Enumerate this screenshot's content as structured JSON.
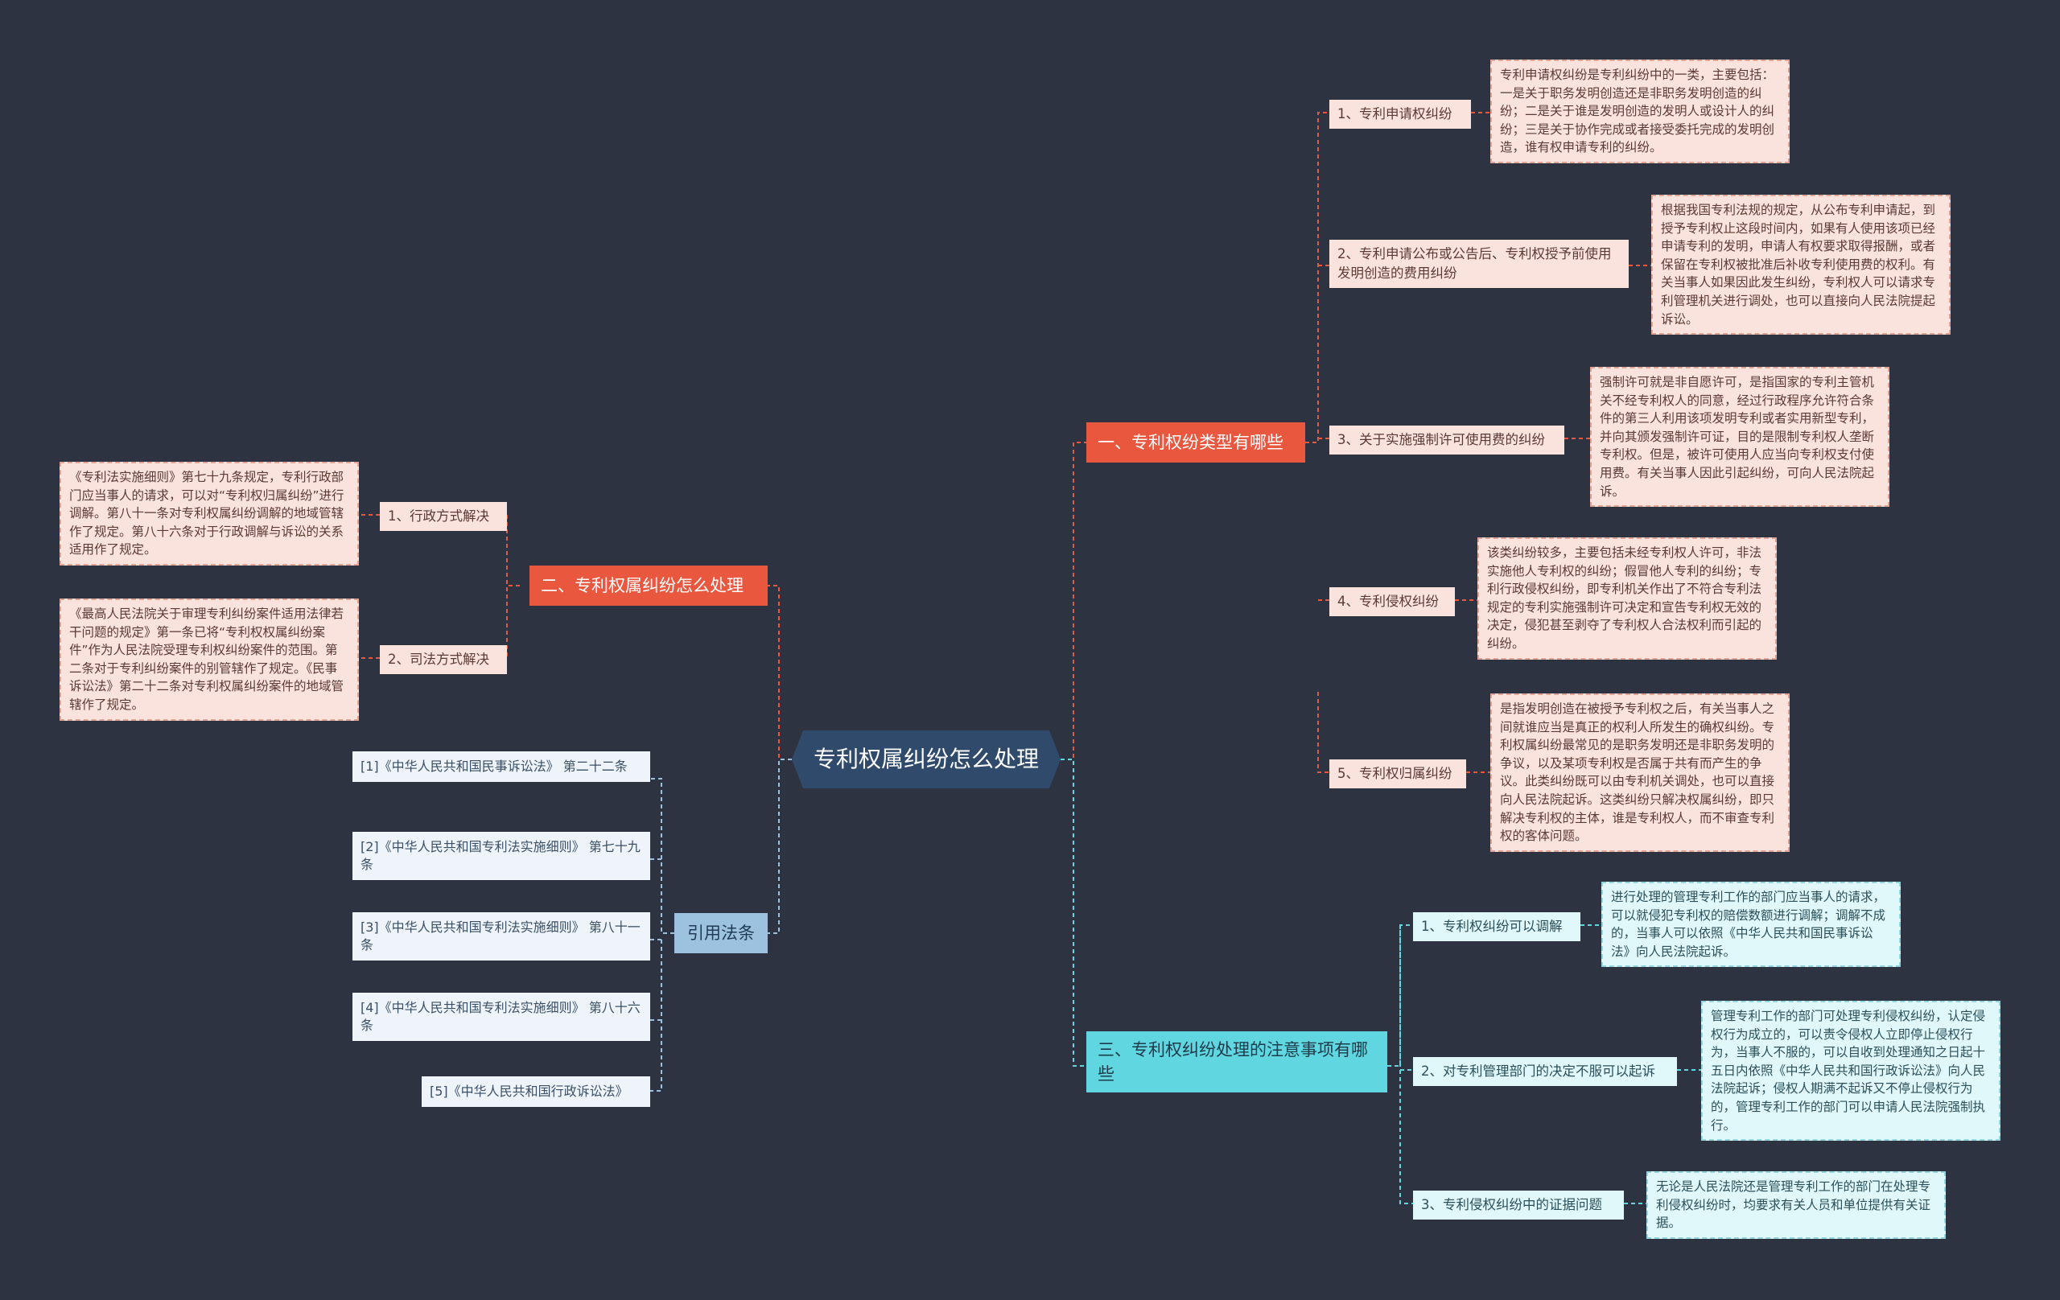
{
  "center": {
    "label": "专利权属纠纷怎么处理"
  },
  "branch1": {
    "label": "一、专利权纷类型有哪些",
    "items": [
      {
        "label": "1、专利申请权纠纷",
        "detail": "专利申请权纠纷是专利纠纷中的一类，主要包括：一是关于职务发明创造还是非职务发明创造的纠纷；二是关于谁是发明创造的发明人或设计人的纠纷；三是关于协作完成或者接受委托完成的发明创造，谁有权申请专利的纠纷。"
      },
      {
        "label": "2、专利申请公布或公告后、专利权授予前使用发明创造的费用纠纷",
        "detail": "根据我国专利法规的规定，从公布专利申请起，到授予专利权止这段时间内，如果有人使用该项已经申请专利的发明，申请人有权要求取得报酬，或者保留在专利权被批准后补收专利使用费的权利。有关当事人如果因此发生纠纷，专利权人可以请求专利管理机关进行调处，也可以直接向人民法院提起诉讼。"
      },
      {
        "label": "3、关于实施强制许可使用费的纠纷",
        "detail": "强制许可就是非自愿许可，是指国家的专利主管机关不经专利权人的同意，经过行政程序允许符合条件的第三人利用该项发明专利或者实用新型专利，并向其颁发强制许可证，目的是限制专利权人垄断专利权。但是，被许可使用人应当向专利权支付使用费。有关当事人因此引起纠纷，可向人民法院起诉。"
      },
      {
        "label": "4、专利侵权纠纷",
        "detail": "该类纠纷较多，主要包括未经专利权人许可，非法实施他人专利权的纠纷；假冒他人专利的纠纷；专利行政侵权纠纷，即专利机关作出了不符合专利法规定的专利实施强制许可决定和宣告专利权无效的决定，侵犯甚至剥夺了专利权人合法权利而引起的纠纷。"
      },
      {
        "label": "5、专利权归属纠纷",
        "detail": "是指发明创造在被授予专利权之后，有关当事人之间就谁应当是真正的权利人所发生的确权纠纷。专利权属纠纷最常见的是职务发明还是非职务发明的争议，以及某项专利权是否属于共有而产生的争议。此类纠纷既可以由专利机关调处，也可以直接向人民法院起诉。这类纠纷只解决权属纠纷，即只解决专利权的主体，谁是专利权人，而不审查专利权的客体问题。"
      }
    ]
  },
  "branch2": {
    "label": "二、专利权属纠纷怎么处理",
    "items": [
      {
        "label": "1、行政方式解决",
        "detail": "《专利法实施细则》第七十九条规定，专利行政部门应当事人的请求，可以对“专利权归属纠纷”进行调解。第八十一条对专利权属纠纷调解的地域管辖作了规定。第八十六条对于行政调解与诉讼的关系适用作了规定。"
      },
      {
        "label": "2、司法方式解决",
        "detail": "《最高人民法院关于审理专利纠纷案件适用法律若干问题的规定》第一条已将“专利权权属纠纷案件”作为人民法院受理专利权纠纷案件的范围。第二条对于专利纠纷案件的别管辖作了规定。《民事诉讼法》第二十二条对专利权属纠纷案件的地域管辖作了规定。"
      }
    ]
  },
  "branch3": {
    "label": "三、专利权纠纷处理的注意事项有哪些",
    "items": [
      {
        "label": "1、专利权纠纷可以调解",
        "detail": "进行处理的管理专利工作的部门应当事人的请求，可以就侵犯专利权的赔偿数额进行调解；调解不成的，当事人可以依照《中华人民共和国民事诉讼法》向人民法院起诉。"
      },
      {
        "label": "2、对专利管理部门的决定不服可以起诉",
        "detail": "管理专利工作的部门可处理专利侵权纠纷，认定侵权行为成立的，可以责令侵权人立即停止侵权行为，当事人不服的，可以自收到处理通知之日起十五日内依照《中华人民共和国行政诉讼法》向人民法院起诉；侵权人期满不起诉又不停止侵权行为的，管理专利工作的部门可以申请人民法院强制执行。"
      },
      {
        "label": "3、专利侵权纠纷中的证据问题",
        "detail": "无论是人民法院还是管理专利工作的部门在处理专利侵权纠纷时，均要求有关人员和单位提供有关证据。"
      }
    ]
  },
  "branch4": {
    "label": "引用法条",
    "items": [
      {
        "label": "[1]《中华人民共和国民事诉讼法》 第二十二条"
      },
      {
        "label": "[2]《中华人民共和国专利法实施细则》 第七十九条"
      },
      {
        "label": "[3]《中华人民共和国专利法实施细则》 第八十一条"
      },
      {
        "label": "[4]《中华人民共和国专利法实施细则》 第八十六条"
      },
      {
        "label": "[5]《中华人民共和国行政诉讼法》"
      }
    ]
  },
  "colors": {
    "background": "#2d3340",
    "red": "#e8573e",
    "cyan": "#5fd6e0",
    "blue": "#9cc2df",
    "center": "#2f4a6b"
  }
}
